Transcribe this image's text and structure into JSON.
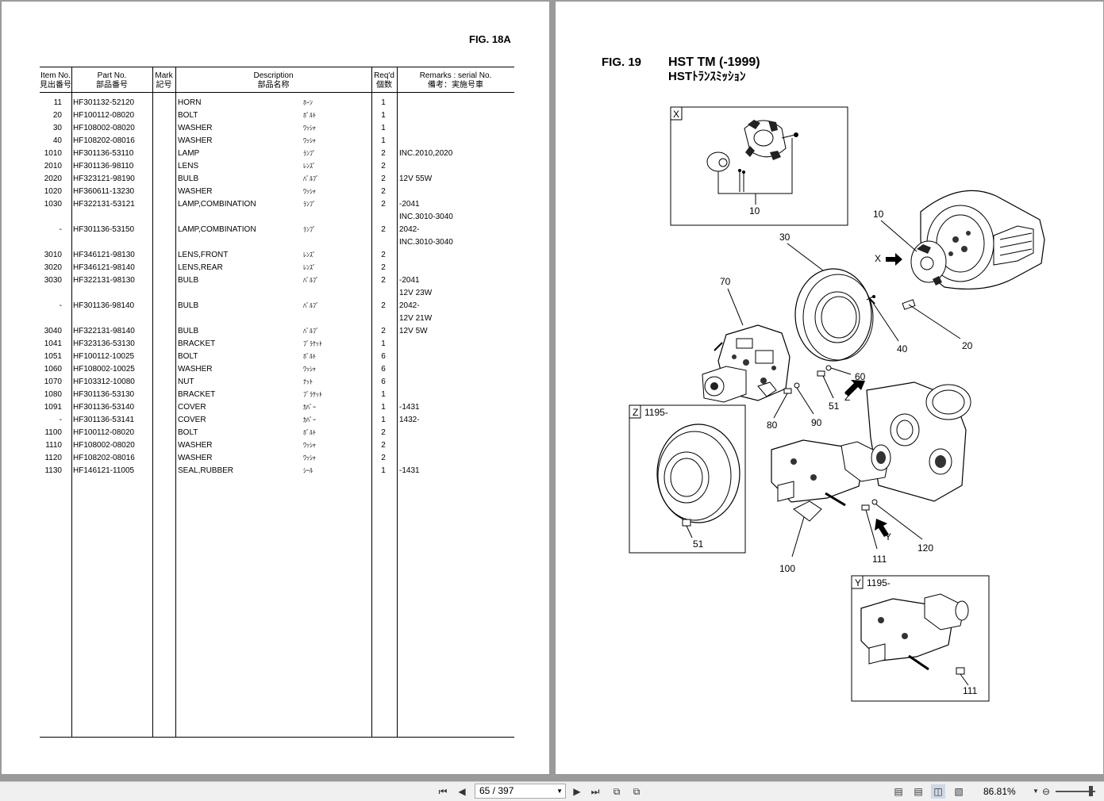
{
  "left_page": {
    "fig_title": "FIG. 18A",
    "headers": {
      "item_en": "Item No.",
      "item_jp": "見出番号",
      "part_en": "Part No.",
      "part_jp": "部品番号",
      "mark_en": "Mark",
      "mark_jp": "記号",
      "desc_en": "Description",
      "desc_jp": "部品名称",
      "qty_en": "Req'd",
      "qty_jp": "個数",
      "rem_en": "Remarks : serial No.",
      "rem_jp": "備考：実施号車"
    },
    "rows": [
      {
        "item": "11",
        "part": "HF301132-52120",
        "desc": "HORN",
        "jp": "ﾎｰﾝ",
        "qty": "1",
        "rem": ""
      },
      {
        "item": "20",
        "part": "HF100112-08020",
        "desc": "BOLT",
        "jp": "ﾎﾞﾙﾄ",
        "qty": "1",
        "rem": ""
      },
      {
        "item": "30",
        "part": "HF108002-08020",
        "desc": "WASHER",
        "jp": "ﾜｯｼｬ",
        "qty": "1",
        "rem": ""
      },
      {
        "item": "40",
        "part": "HF108202-08016",
        "desc": "WASHER",
        "jp": "ﾜｯｼｬ",
        "qty": "1",
        "rem": ""
      },
      {
        "item": "1010",
        "part": "HF301136-53110",
        "desc": "LAMP",
        "jp": "ﾗﾝﾌﾟ",
        "qty": "2",
        "rem": "INC.2010,2020"
      },
      {
        "item": "2010",
        "part": "HF301136-98110",
        "desc": "LENS",
        "jp": "ﾚﾝｽﾞ",
        "qty": "2",
        "rem": ""
      },
      {
        "item": "2020",
        "part": "HF323121-98190",
        "desc": "BULB",
        "jp": "ﾊﾞﾙﾌﾞ",
        "qty": "2",
        "rem": "12V 55W"
      },
      {
        "item": "1020",
        "part": "HF360611-13230",
        "desc": "WASHER",
        "jp": "ﾜｯｼｬ",
        "qty": "2",
        "rem": ""
      },
      {
        "item": "1030",
        "part": "HF322131-53121",
        "desc": "LAMP,COMBINATION",
        "jp": "ﾗﾝﾌﾟ",
        "qty": "2",
        "rem": "-2041"
      },
      {
        "item": "",
        "part": "",
        "desc": "",
        "jp": "",
        "qty": "",
        "rem": "INC.3010-3040"
      },
      {
        "item": "-",
        "part": "HF301136-53150",
        "desc": "LAMP,COMBINATION",
        "jp": "ﾗﾝﾌﾟ",
        "qty": "2",
        "rem": "2042-"
      },
      {
        "item": "",
        "part": "",
        "desc": "",
        "jp": "",
        "qty": "",
        "rem": "INC.3010-3040"
      },
      {
        "item": "3010",
        "part": "HF346121-98130",
        "desc": "LENS,FRONT",
        "jp": "ﾚﾝｽﾞ",
        "qty": "2",
        "rem": ""
      },
      {
        "item": "3020",
        "part": "HF346121-98140",
        "desc": "LENS,REAR",
        "jp": "ﾚﾝｽﾞ",
        "qty": "2",
        "rem": ""
      },
      {
        "item": "3030",
        "part": "HF322131-98130",
        "desc": "BULB",
        "jp": "ﾊﾞﾙﾌﾞ",
        "qty": "2",
        "rem": "-2041"
      },
      {
        "item": "",
        "part": "",
        "desc": "",
        "jp": "",
        "qty": "",
        "rem": "12V 23W"
      },
      {
        "item": "-",
        "part": "HF301136-98140",
        "desc": "BULB",
        "jp": "ﾊﾞﾙﾌﾞ",
        "qty": "2",
        "rem": "2042-"
      },
      {
        "item": "",
        "part": "",
        "desc": "",
        "jp": "",
        "qty": "",
        "rem": "12V 21W"
      },
      {
        "item": "3040",
        "part": "HF322131-98140",
        "desc": "BULB",
        "jp": "ﾊﾞﾙﾌﾞ",
        "qty": "2",
        "rem": "12V 5W"
      },
      {
        "item": "1041",
        "part": "HF323136-53130",
        "desc": "BRACKET",
        "jp": "ﾌﾞﾗｹｯﾄ",
        "qty": "1",
        "rem": ""
      },
      {
        "item": "1051",
        "part": "HF100112-10025",
        "desc": "BOLT",
        "jp": "ﾎﾞﾙﾄ",
        "qty": "6",
        "rem": ""
      },
      {
        "item": "1060",
        "part": "HF108002-10025",
        "desc": "WASHER",
        "jp": "ﾜｯｼｬ",
        "qty": "6",
        "rem": ""
      },
      {
        "item": "1070",
        "part": "HF103312-10080",
        "desc": "NUT",
        "jp": "ﾅｯﾄ",
        "qty": "6",
        "rem": ""
      },
      {
        "item": "1080",
        "part": "HF301136-53130",
        "desc": "BRACKET",
        "jp": "ﾌﾞﾗｹｯﾄ",
        "qty": "1",
        "rem": ""
      },
      {
        "item": "1091",
        "part": "HF301136-53140",
        "desc": "COVER",
        "jp": "ｶﾊﾞｰ",
        "qty": "1",
        "rem": "-1431"
      },
      {
        "item": "-",
        "part": "HF301136-53141",
        "desc": "COVER",
        "jp": "ｶﾊﾞｰ",
        "qty": "1",
        "rem": "1432-"
      },
      {
        "item": "1100",
        "part": "HF100112-08020",
        "desc": "BOLT",
        "jp": "ﾎﾞﾙﾄ",
        "qty": "2",
        "rem": ""
      },
      {
        "item": "1110",
        "part": "HF108002-08020",
        "desc": "WASHER",
        "jp": "ﾜｯｼｬ",
        "qty": "2",
        "rem": ""
      },
      {
        "item": "1120",
        "part": "HF108202-08016",
        "desc": "WASHER",
        "jp": "ﾜｯｼｬ",
        "qty": "2",
        "rem": ""
      },
      {
        "item": "1130",
        "part": "HF146121-11005",
        "desc": "SEAL,RUBBER",
        "jp": "ｼｰﾙ",
        "qty": "1",
        "rem": "-1431"
      }
    ]
  },
  "right_page": {
    "fig_label": "FIG. 19",
    "title": "HST TM (-1999)",
    "title_jp": "HSTﾄﾗﾝｽﾐｯｼｮﾝ",
    "view_x": {
      "letter": "X",
      "callout": "10"
    },
    "view_z": {
      "letter": "Z",
      "serial": "1195-",
      "callout": "51"
    },
    "view_y": {
      "letter": "Y",
      "serial": "1195-",
      "callout": "111"
    },
    "callouts": [
      "10",
      "30",
      "70",
      "40",
      "20",
      "60",
      "51",
      "80",
      "90",
      "100",
      "111",
      "120"
    ],
    "arrow_labels": [
      "X",
      "Z",
      "Y"
    ]
  },
  "toolbar": {
    "page_value": "65 / 397",
    "zoom": "86.81%",
    "icons": [
      "first-page-icon",
      "prev-page-icon",
      "next-page-icon",
      "last-page-icon",
      "prev-view-icon",
      "next-view-icon",
      "single-page-icon",
      "continuous-icon",
      "facing-icon",
      "continuous-facing-icon",
      "zoom-dropdown-icon",
      "zoom-out-icon"
    ]
  }
}
